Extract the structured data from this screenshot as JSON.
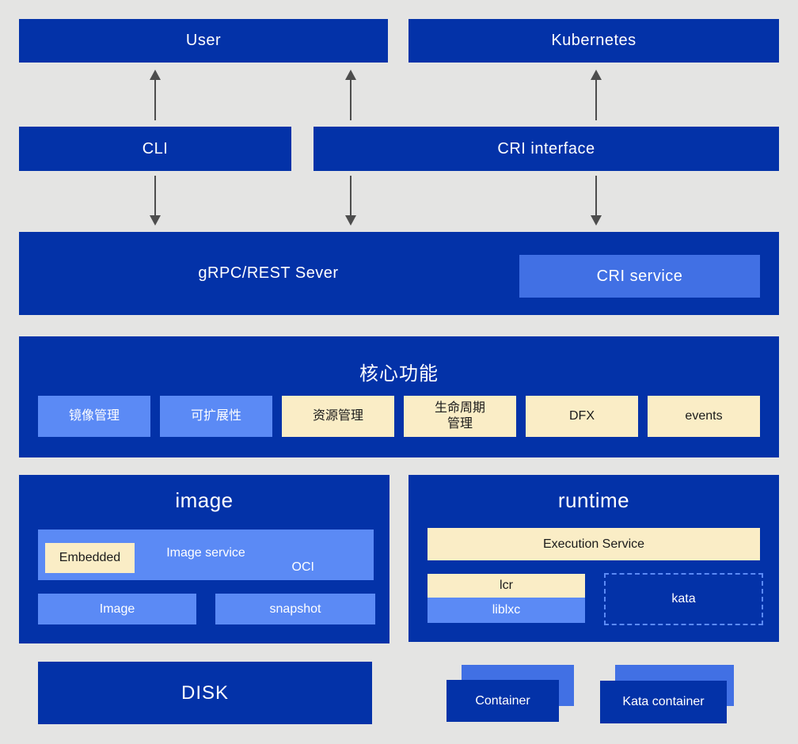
{
  "colors": {
    "bg": "#E4E4E3",
    "dark_blue": "#0332A8",
    "medium_blue": "#4170E4",
    "light_blue": "#5B8AF5",
    "cream": "#FAEDC6",
    "arrow": "#4D4D4D",
    "dark_text": "#1A1A1A",
    "white_text": "#FFFFFF"
  },
  "top_row": {
    "user": "User",
    "kubernetes": "Kubernetes"
  },
  "interface_row": {
    "cli": "CLI",
    "cri_interface": "CRI interface"
  },
  "server": {
    "title": "gRPC/REST Sever",
    "cri_service": "CRI service"
  },
  "core": {
    "title": "核心功能",
    "chips": [
      {
        "label": "镜像管理",
        "variant": "blue"
      },
      {
        "label": "可扩展性",
        "variant": "blue"
      },
      {
        "label": "资源管理",
        "variant": "cream"
      },
      {
        "label": "生命周期\n管理",
        "variant": "cream"
      },
      {
        "label": "DFX",
        "variant": "cream"
      },
      {
        "label": "events",
        "variant": "cream"
      }
    ]
  },
  "image_section": {
    "title": "image",
    "image_service": "Image service",
    "embedded": "Embedded",
    "oci": "OCI",
    "image_inner": "Image",
    "snapshot": "snapshot",
    "disk": "DISK"
  },
  "runtime_section": {
    "title": "runtime",
    "execution_service": "Execution Service",
    "lcr": "lcr",
    "liblxc": "liblxc",
    "kata": "kata"
  },
  "bottom_row": {
    "container": "Container",
    "kata_container": "Kata container"
  }
}
